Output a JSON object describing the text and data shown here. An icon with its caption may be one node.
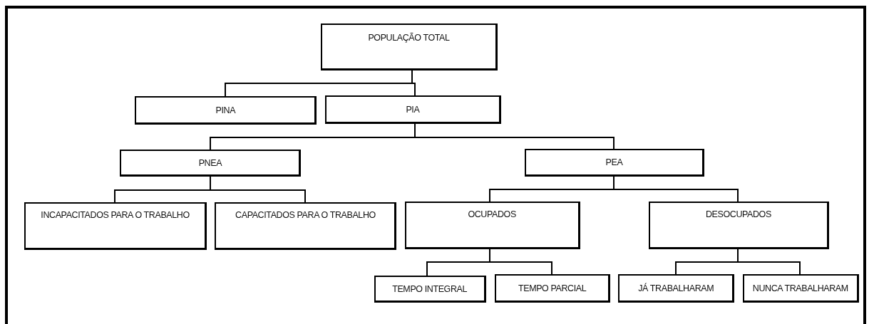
{
  "diagram": {
    "nodes": [
      {
        "text": [
          "POPULAÇÃO TOTAL"
        ]
      },
      {
        "text": [
          "PINA"
        ]
      },
      {
        "text": [
          "PIA"
        ]
      },
      {
        "text": [
          "PNEA"
        ]
      },
      {
        "text": [
          "PEA"
        ]
      },
      {
        "text": [
          "INCAPACITADOS PARA O TRABALHO"
        ]
      },
      {
        "text": [
          "CAPACITADOS PARA O TRABALHO"
        ]
      },
      {
        "text": [
          "OCUPADOS"
        ]
      },
      {
        "text": [
          "DESOCUPADOS"
        ]
      },
      {
        "text": [
          "TEMPO INTEGRAL"
        ]
      },
      {
        "text": [
          "TEMPO PARCIAL"
        ]
      },
      {
        "text": [
          "JÁ TRABALHARAM"
        ]
      },
      {
        "text": [
          "NUNCA TRABALHARAM"
        ]
      }
    ],
    "edges": [
      {
        "from": 0,
        "to": 1,
        "arrow": "none"
      },
      {
        "from": 0,
        "to": 2,
        "arrow": "none"
      },
      {
        "from": 2,
        "to": 3,
        "arrow": "none"
      },
      {
        "from": 2,
        "to": 4,
        "arrow": "none"
      },
      {
        "from": 3,
        "to": 5,
        "arrow": "none"
      },
      {
        "from": 3,
        "to": 6,
        "arrow": "none"
      },
      {
        "from": 4,
        "to": 7,
        "arrow": "none"
      },
      {
        "from": 4,
        "to": 8,
        "arrow": "none"
      },
      {
        "from": 7,
        "to": 9,
        "arrow": "none"
      },
      {
        "from": 7,
        "to": 10,
        "arrow": "none"
      },
      {
        "from": 8,
        "to": 11,
        "arrow": "none"
      },
      {
        "from": 8,
        "to": 12,
        "arrow": "none"
      }
    ]
  }
}
